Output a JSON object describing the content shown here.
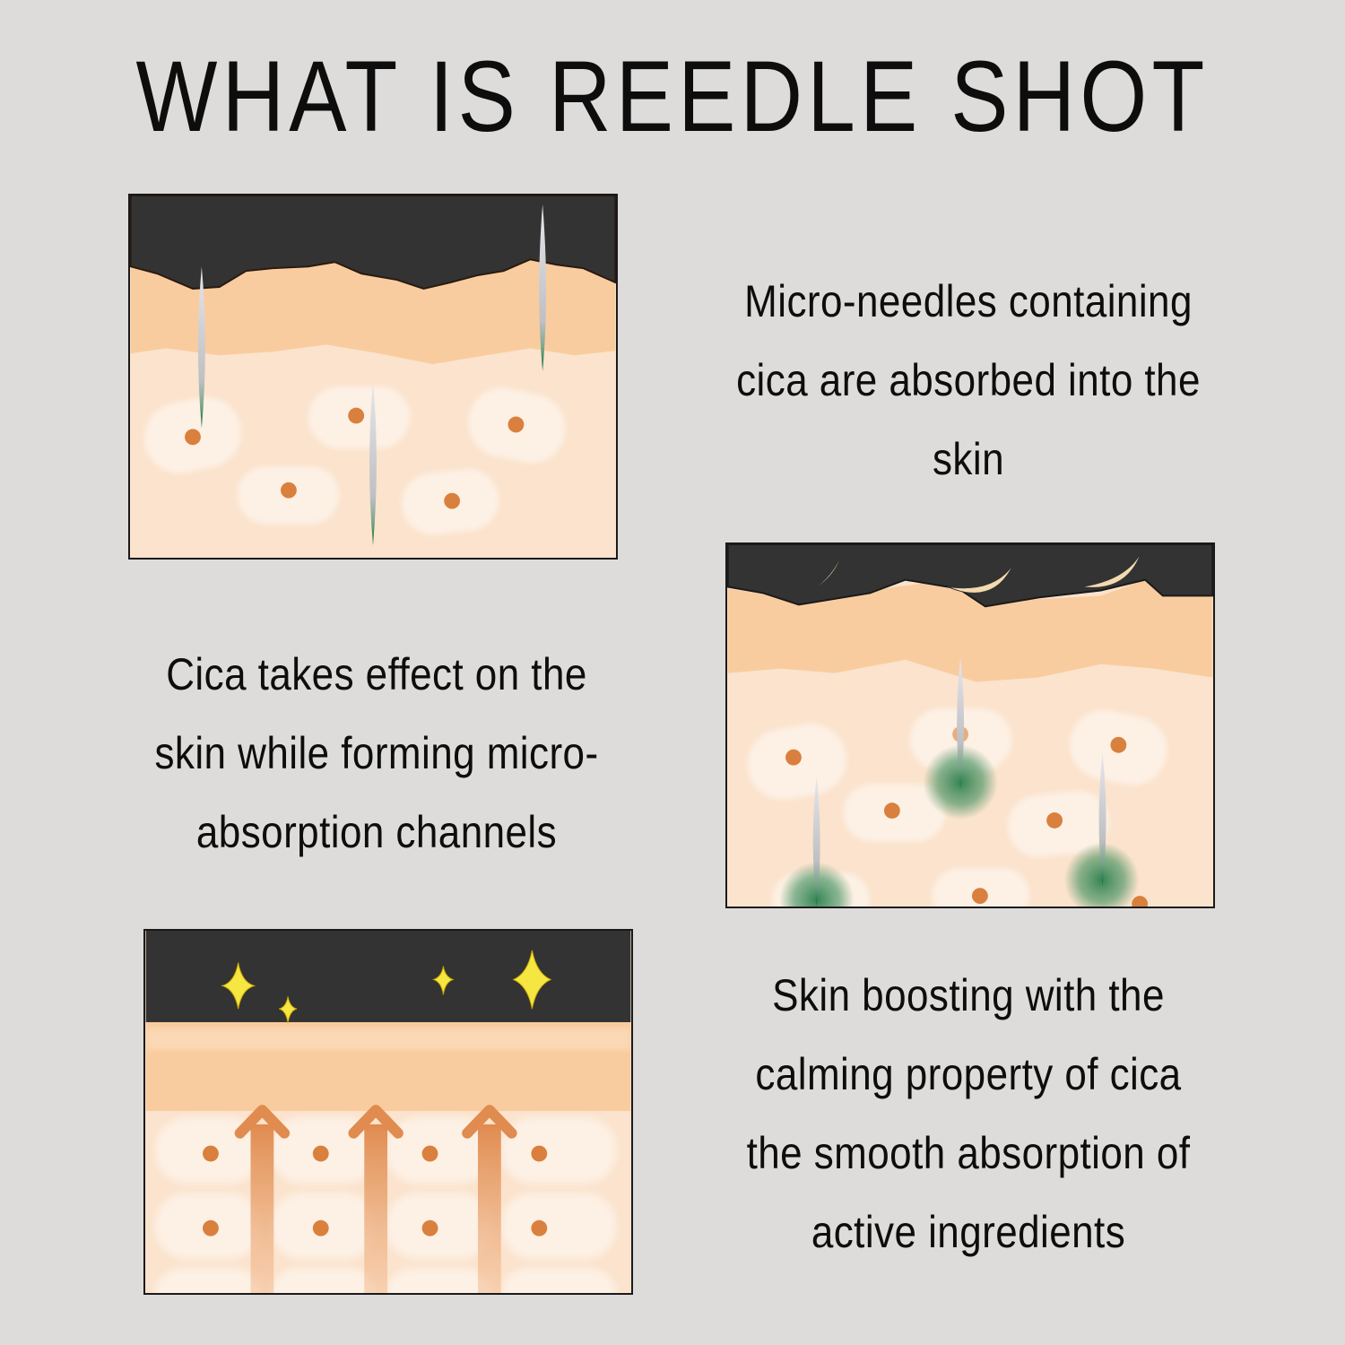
{
  "title": "WHAT IS REEDLE SHOT",
  "colors": {
    "background": "#dddcda",
    "panel_dark": "#333333",
    "skin_top": "#f9cc9f",
    "skin_deep": "#fbe3cd",
    "cell": "#fdf0e4",
    "nucleus": "#d9803e",
    "needle": "#c8c8cc",
    "cica_green": "#1f7a45",
    "sparkle": "#f5e642",
    "arrow": "#e0955a"
  },
  "steps": [
    {
      "illustration": "micro-needles-penetrating-skin",
      "lines": [
        "Micro-needles containing",
        "cica are absorbed into the",
        "skin"
      ]
    },
    {
      "illustration": "cica-releasing-in-skin-layers",
      "lines": [
        "Cica takes effect on the",
        "skin while forming micro-",
        "absorption channels"
      ]
    },
    {
      "illustration": "skin-boosting-arrows-sparkles",
      "lines": [
        "Skin boosting with the",
        "calming property of cica",
        "the smooth absorption of",
        "active ingredients"
      ]
    }
  ]
}
